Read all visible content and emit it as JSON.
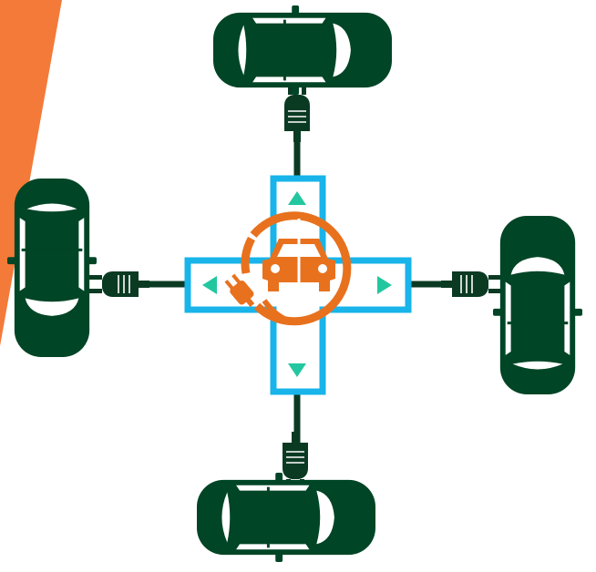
{
  "colors": {
    "background": "#ffffff",
    "accent_stripe": "#F47A3A",
    "car": "#004526",
    "car_glass": "#ffffff",
    "cable": "#0b3a23",
    "hub_outline": "#18B4EA",
    "hub_fill": "#ffffff",
    "arrow": "#22C7A0",
    "charging_icon": "#E8711E"
  },
  "icons": {
    "vehicles": [
      "car-icon-top",
      "car-icon-left",
      "car-icon-right",
      "car-icon-bottom"
    ],
    "connector": "plug-icon",
    "hub": "ev-charging-icon",
    "arrows": [
      "arrow-up-icon",
      "arrow-down-icon",
      "arrow-left-icon",
      "arrow-right-icon"
    ]
  }
}
